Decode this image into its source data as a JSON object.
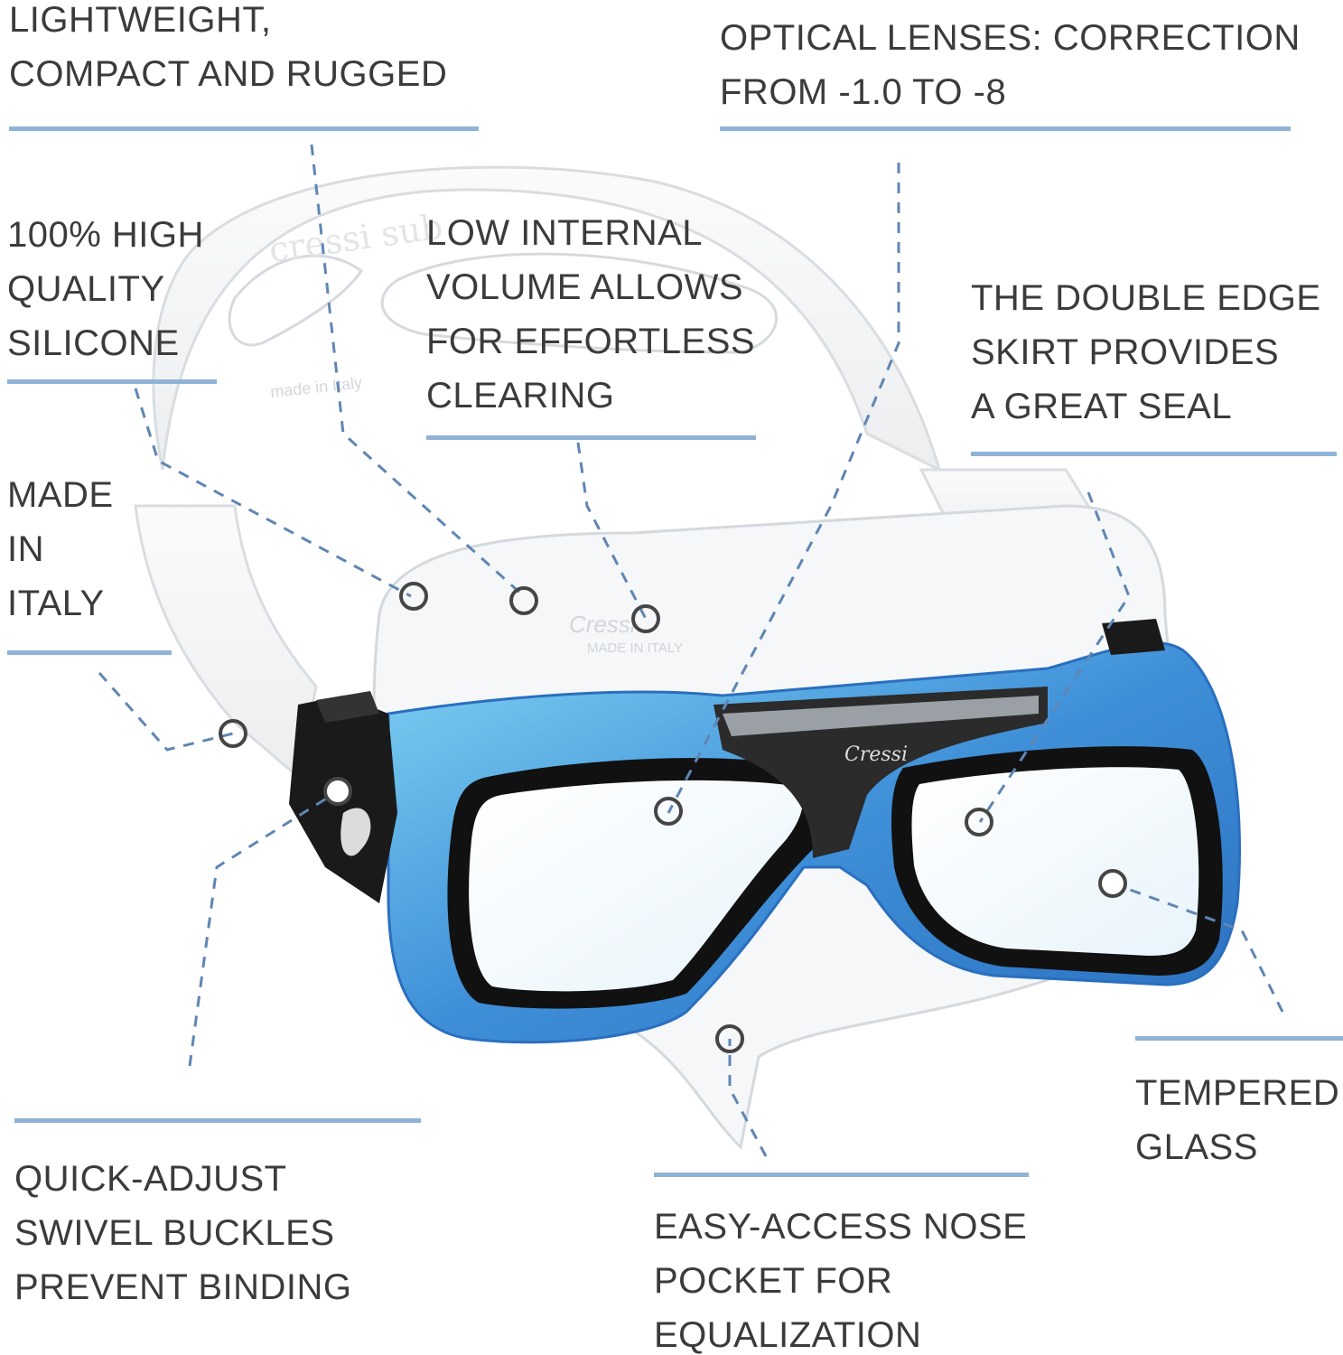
{
  "callouts": {
    "lightweight": {
      "lines": [
        "LIGHTWEIGHT,",
        "COMPACT AND RUGGED"
      ]
    },
    "optical": {
      "lines": [
        "OPTICAL LENSES: CORRECTION",
        "FROM -1.0 TO -8"
      ]
    },
    "silicone": {
      "lines": [
        "100% HIGH",
        "QUALITY",
        "SILICONE"
      ]
    },
    "volume": {
      "lines": [
        "LOW INTERNAL",
        "VOLUME ALLOWS",
        "FOR EFFORTLESS",
        "CLEARING"
      ]
    },
    "skirt": {
      "lines": [
        "THE DOUBLE EDGE",
        "SKIRT PROVIDES",
        "A GREAT SEAL"
      ]
    },
    "italy": {
      "lines": [
        "MADE",
        "IN",
        "ITALY"
      ]
    },
    "glass": {
      "lines": [
        "TEMPERED",
        "GLASS"
      ]
    },
    "buckles": {
      "lines": [
        "QUICK-ADJUST",
        "SWIVEL BUCKLES",
        "PREVENT BINDING"
      ]
    },
    "nose": {
      "lines": [
        "EASY-ACCESS NOSE",
        "POCKET FOR",
        "EQUALIZATION"
      ]
    }
  },
  "product": {
    "brand_mark": "Cressi",
    "strap_mark": "cressi sub",
    "strap_origin": "made in Italy",
    "skirt_origin": "MADE IN ITALY"
  },
  "colors": {
    "rule": "#8fb3d6",
    "leader": "#5f86b3",
    "frame_blue": "#3f8fd8",
    "frame_black": "#1c1c1c",
    "text": "#3b3b3b"
  }
}
